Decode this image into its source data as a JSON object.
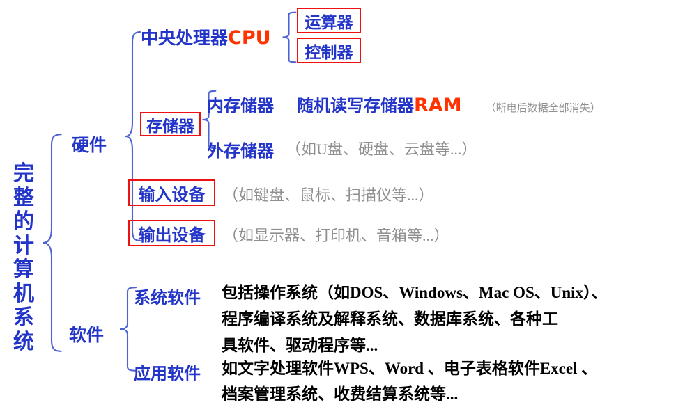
{
  "colors": {
    "text_blue": "#2335c8",
    "brace_blue": "#4f63d2",
    "accent_orange": "#ff3300",
    "box_red": "#ee1111",
    "note_gray": "#8f8f8f",
    "body_black": "#000000"
  },
  "diagram": {
    "title": "完整的计算机系统",
    "hardware": {
      "label": "硬件",
      "cpu": {
        "label": "中央处理器",
        "abbr": "CPU",
        "units": [
          {
            "label": "运算器"
          },
          {
            "label": "控制器"
          }
        ]
      },
      "storage": {
        "label": "存储器",
        "internal": {
          "label": "内存储器",
          "full_name": "随机读写存储器",
          "abbr": "RAM",
          "note": "（断电后数据全部消失）"
        },
        "external": {
          "label": "外存储器",
          "note": "（如U盘、硬盘、云盘等...）"
        }
      },
      "input": {
        "label": "输入设备",
        "note": "（如键盘、鼠标、扫描仪等...）"
      },
      "output": {
        "label": "输出设备",
        "note": "（如显示器、打印机、音箱等...）"
      }
    },
    "software": {
      "label": "软件",
      "system": {
        "label": "系统软件",
        "desc_lines": [
          "包括操作系统（如DOS、Windows、Mac OS、Unix）、",
          "程序编译系统及解释系统、数据库系统、各种工",
          "具软件、驱动程序等..."
        ]
      },
      "application": {
        "label": "应用软件",
        "desc_lines": [
          "如文字处理软件WPS、Word 、电子表格软件Excel 、",
          "档案管理系统、收费结算系统等..."
        ]
      }
    }
  }
}
